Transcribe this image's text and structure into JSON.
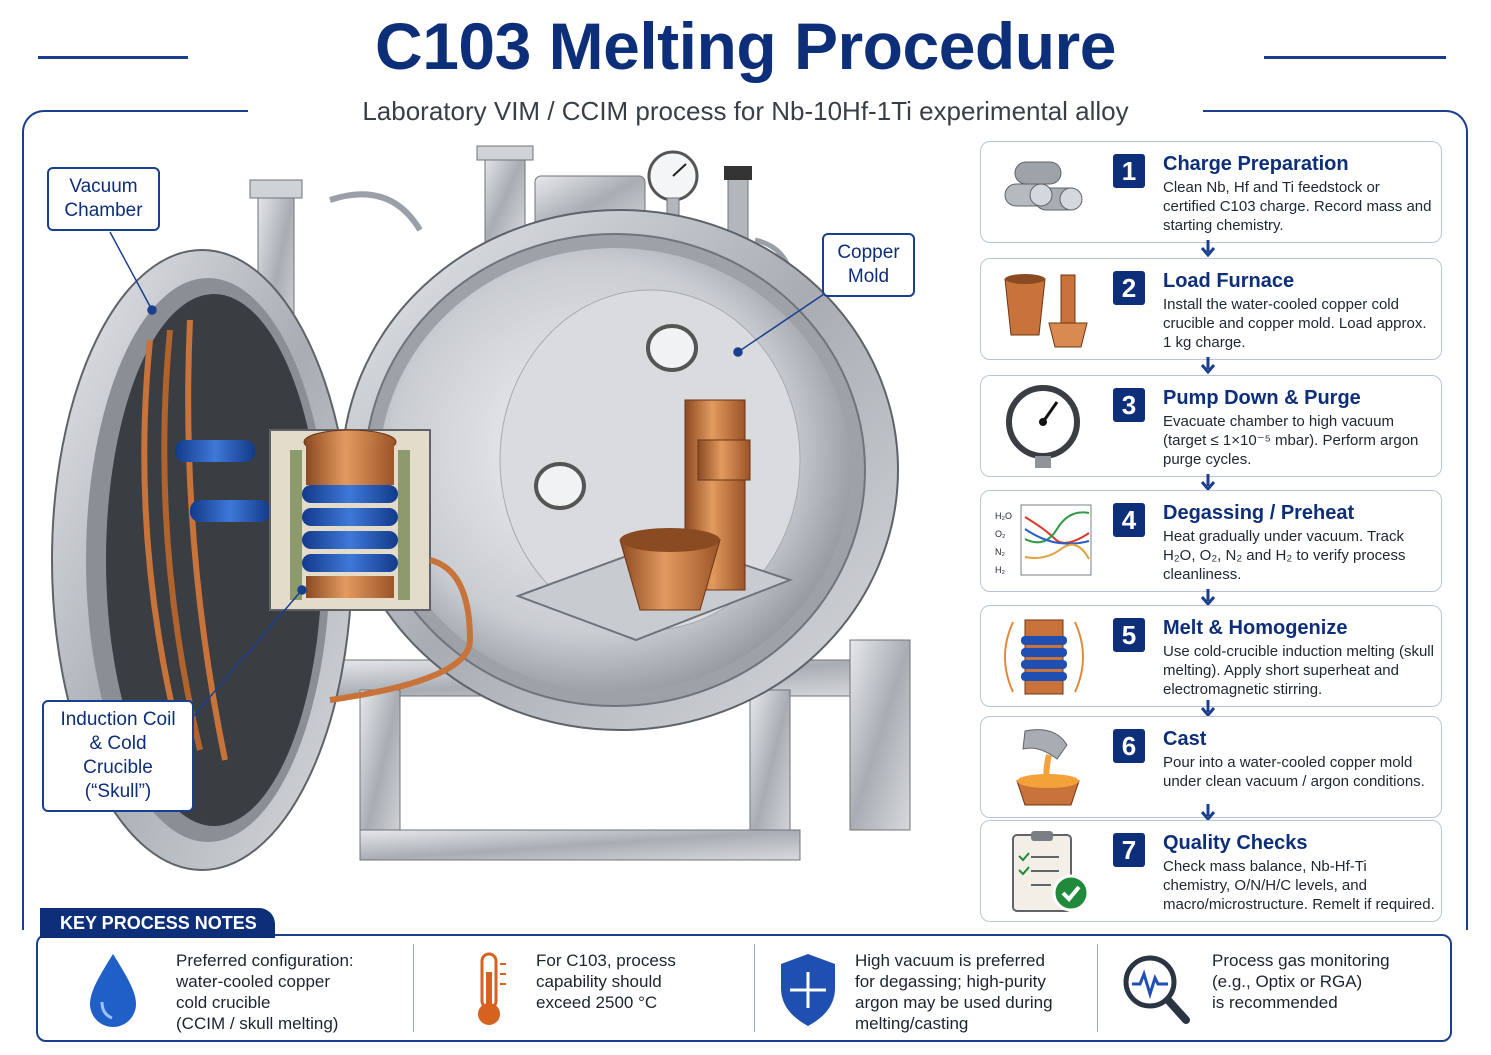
{
  "header": {
    "title": "C103 Melting Procedure",
    "subtitle": "Laboratory VIM / CCIM process for Nb-10Hf-1Ti experimental alloy"
  },
  "callouts": {
    "vacuum_chamber": [
      "Vacuum",
      "Chamber"
    ],
    "copper_mold": [
      "Copper",
      "Mold"
    ],
    "induction_coil": [
      "Induction Coil",
      "& Cold Crucible",
      "(“Skull”)"
    ]
  },
  "steps": [
    {
      "number": "1",
      "title": "Charge Preparation",
      "description": "Clean Nb, Hf and Ti feedstock or certified C103 charge. Record mass and starting chemistry.",
      "icon": "metal-bars-icon"
    },
    {
      "number": "2",
      "title": "Load Furnace",
      "description": "Install the water-cooled copper cold crucible and copper mold. Load approx. 1 kg charge.",
      "icon": "copper-crucible-icon"
    },
    {
      "number": "3",
      "title": "Pump Down & Purge",
      "description": "Evacuate chamber to high vacuum (target ≤ 1×10⁻⁵ mbar). Perform argon purge cycles.",
      "icon": "pressure-gauge-icon"
    },
    {
      "number": "4",
      "title": "Degassing / Preheat",
      "description": "Heat gradually under vacuum. Track H₂O, O₂, N₂ and H₂ to verify process cleanliness.",
      "icon": "gas-trend-chart-icon"
    },
    {
      "number": "5",
      "title": "Melt & Homogenize",
      "description": "Use cold-crucible induction melting (skull melting). Apply short superheat and electromagnetic stirring.",
      "icon": "induction-coil-icon"
    },
    {
      "number": "6",
      "title": "Cast",
      "description": "Pour into a water-cooled copper mold under clean vacuum / argon conditions.",
      "icon": "pouring-ladle-icon"
    },
    {
      "number": "7",
      "title": "Quality Checks",
      "description": "Check mass balance, Nb-Hf-Ti chemistry, O/N/H/C levels, and macro/microstructure. Remelt if required.",
      "icon": "checklist-icon"
    }
  ],
  "gas_chart_labels": [
    "H₂O",
    "O₂",
    "N₂",
    "H₂"
  ],
  "notes": {
    "heading": "KEY PROCESS NOTES",
    "items": [
      {
        "icon": "water-drop-icon",
        "lines": [
          "Preferred configuration:",
          "water-cooled copper",
          "cold crucible",
          "(CCIM / skull melting)"
        ]
      },
      {
        "icon": "thermometer-icon",
        "lines": [
          "For C103, process",
          "capability should",
          "exceed 2500 °C"
        ]
      },
      {
        "icon": "shield-icon",
        "lines": [
          "High vacuum is preferred",
          "for degassing; high-purity",
          "argon may be used during",
          "melting/casting"
        ]
      },
      {
        "icon": "gas-monitor-magnifier-icon",
        "lines": [
          "Process gas monitoring",
          "(e.g., Optix or RGA)",
          "is recommended"
        ]
      }
    ]
  },
  "colors": {
    "brand_navy": "#0d2e78",
    "frame_blue": "#1b3f8f",
    "copper": "#c8733a",
    "coil_blue": "#1f4fb0",
    "steel": "#b8bcc2",
    "check_green": "#1f8a3a"
  }
}
